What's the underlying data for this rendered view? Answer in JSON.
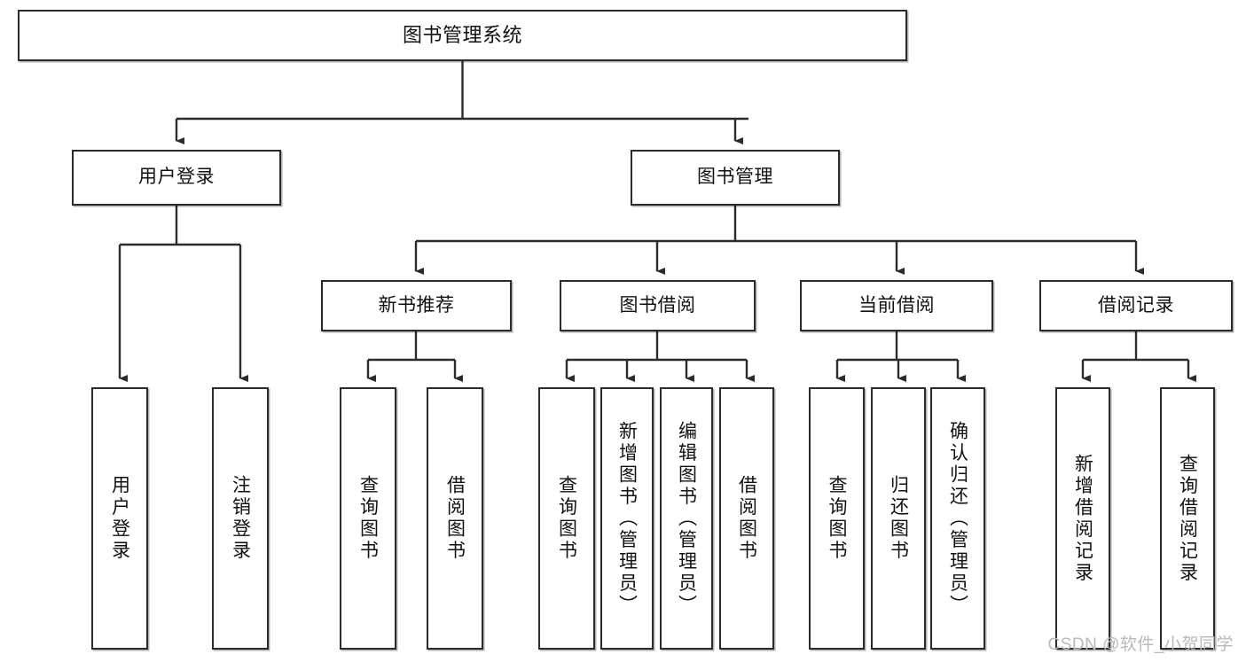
{
  "diagram": {
    "type": "tree-hierarchy",
    "title": "图书管理系统",
    "watermark": "CSDN @软件_小贺同学",
    "colors": {
      "box_border": "#2b2b2b",
      "box_fill": "#ffffff",
      "edge": "#2b2b2b",
      "text": "#111111",
      "watermark": "#b9b9b9"
    },
    "nodes": {
      "root": {
        "label": "图书管理系统",
        "level": 1,
        "orientation": "horizontal"
      },
      "level2": [
        {
          "label": "用户登录",
          "orientation": "horizontal"
        },
        {
          "label": "图书管理",
          "orientation": "horizontal"
        }
      ],
      "level3": [
        {
          "label": "新书推荐",
          "orientation": "horizontal",
          "parent": "图书管理"
        },
        {
          "label": "图书借阅",
          "orientation": "horizontal",
          "parent": "图书管理"
        },
        {
          "label": "当前借阅",
          "orientation": "horizontal",
          "parent": "图书管理"
        },
        {
          "label": "借阅记录",
          "orientation": "horizontal",
          "parent": "图书管理"
        }
      ],
      "leaves": [
        {
          "label": "用户登录",
          "orientation": "vertical",
          "parent": "用户登录"
        },
        {
          "label": "注销登录",
          "orientation": "vertical",
          "parent": "用户登录"
        },
        {
          "label": "查询图书",
          "orientation": "vertical",
          "parent": "新书推荐"
        },
        {
          "label": "借阅图书",
          "orientation": "vertical",
          "parent": "新书推荐"
        },
        {
          "label": "查询图书",
          "orientation": "vertical",
          "parent": "图书借阅"
        },
        {
          "label": "新增图书（管理员）",
          "orientation": "vertical",
          "parent": "图书借阅"
        },
        {
          "label": "编辑图书（管理员）",
          "orientation": "vertical",
          "parent": "图书借阅"
        },
        {
          "label": "借阅图书",
          "orientation": "vertical",
          "parent": "图书借阅"
        },
        {
          "label": "查询图书",
          "orientation": "vertical",
          "parent": "当前借阅"
        },
        {
          "label": "归还图书",
          "orientation": "vertical",
          "parent": "当前借阅"
        },
        {
          "label": "确认归还（管理员）",
          "orientation": "vertical",
          "parent": "当前借阅"
        },
        {
          "label": "新增借阅记录",
          "orientation": "vertical",
          "parent": "借阅记录"
        },
        {
          "label": "查询借阅记录",
          "orientation": "vertical",
          "parent": "借阅记录"
        }
      ]
    }
  }
}
